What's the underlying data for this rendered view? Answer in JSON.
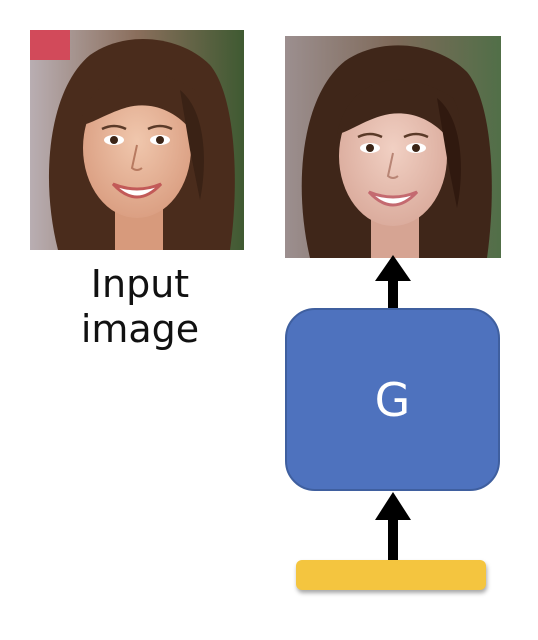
{
  "diagram": {
    "input_caption_line1": "Input",
    "input_caption_line2": "image",
    "generator_label": "G"
  },
  "colors": {
    "generator_fill": "#4e72be",
    "latent_bar": "#f4c53f",
    "arrow": "#000000"
  },
  "icons": {
    "input_photo": "face-photo-icon",
    "output_photo": "generated-face-photo-icon"
  }
}
